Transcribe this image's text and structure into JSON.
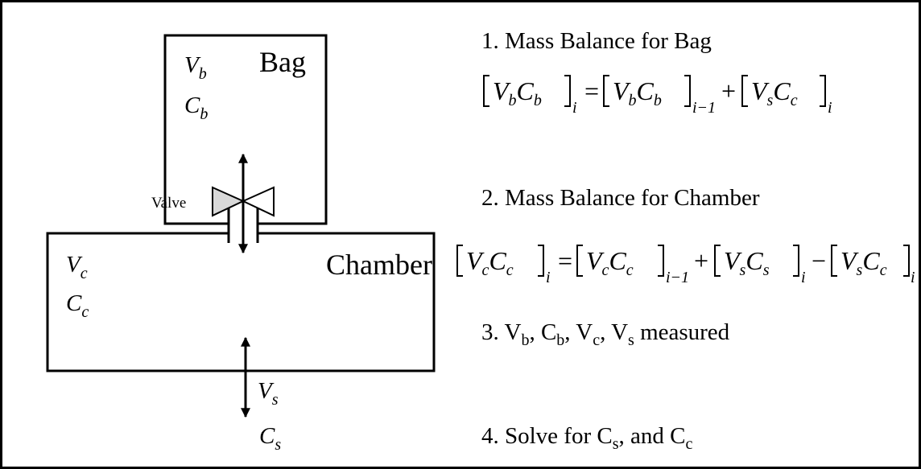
{
  "bag": {
    "title": "Bag",
    "volume": {
      "base": "V",
      "sub": "b"
    },
    "conc": {
      "base": "C",
      "sub": "b"
    }
  },
  "chamber": {
    "title": "Chamber",
    "volume": {
      "base": "V",
      "sub": "c"
    },
    "conc": {
      "base": "C",
      "sub": "c"
    }
  },
  "valve": {
    "label": "Valve"
  },
  "source": {
    "volume": {
      "base": "V",
      "sub": "s"
    },
    "conc": {
      "base": "C",
      "sub": "s"
    }
  },
  "steps": [
    {
      "number": "1.",
      "text": "Mass Balance for Bag"
    },
    {
      "number": "2.",
      "text": "Mass Balance for Chamber"
    },
    {
      "number": "3.",
      "parts": [
        "V",
        "b",
        ", C",
        "b",
        ", V",
        "c",
        ", V",
        "s",
        " measured"
      ]
    },
    {
      "number": "4.",
      "parts": [
        "Solve for C",
        "s",
        ", and C",
        "c"
      ]
    }
  ],
  "equations": {
    "eq1": {
      "V1": "V",
      "s1": "b",
      "C1": "C",
      "s2": "b",
      "i1": "i",
      "eqsign": "=",
      "V2": "V",
      "s3": "b",
      "C2": "C",
      "s4": "b",
      "i2": "i−1",
      "plus": "+",
      "V3": "V",
      "s5": "s",
      "C3": "C",
      "s6": "c",
      "i3": "i"
    },
    "eq2": {
      "V1": "V",
      "s1": "c",
      "C1": "C",
      "s2": "c",
      "i1": "i",
      "eqsign": "=",
      "V2": "V",
      "s3": "c",
      "C2": "C",
      "s4": "c",
      "i2": "i−1",
      "plus": "+",
      "V3": "V",
      "s5": "s",
      "C3": "C",
      "s6": "s",
      "i3": "i",
      "minus": "−",
      "V4": "V",
      "s7": "s",
      "C4": "C",
      "s8": "c",
      "i4": "i"
    }
  }
}
